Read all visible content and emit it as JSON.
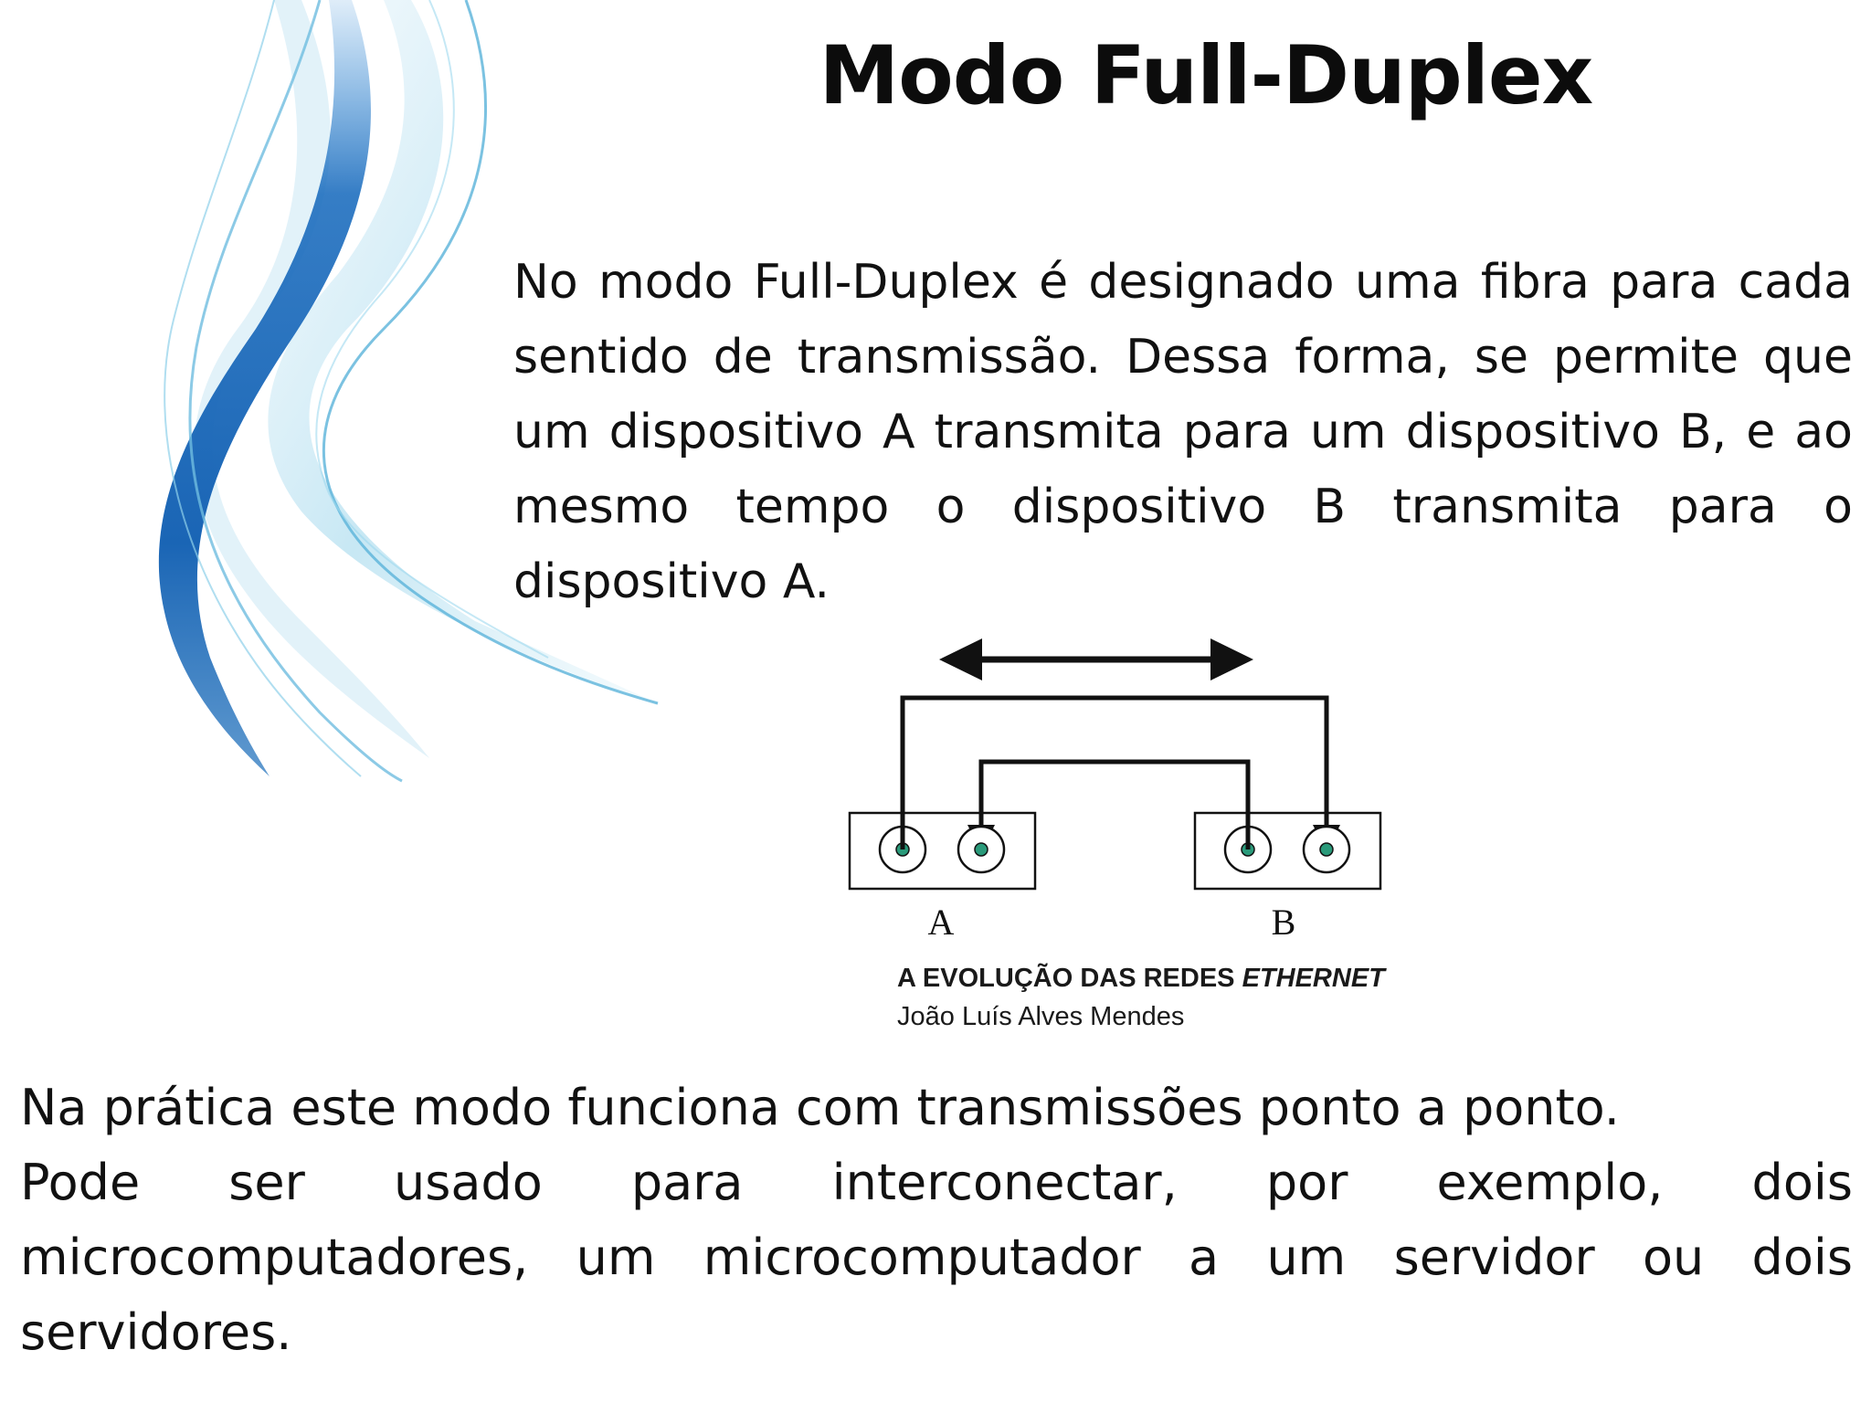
{
  "title": "Modo Full-Duplex",
  "paragraph_1": "No modo Full-Duplex é designado uma fibra para cada sentido de transmissão. Dessa forma, se permite que um dispositivo A transmita para um dispositivo B, e ao mesmo tempo o dispositivo B transmita para o dispositivo A.",
  "diagram": {
    "device_a_label": "A",
    "device_b_label": "B"
  },
  "caption": {
    "title_prefix": "A EVOLUÇÃO DAS REDES ",
    "title_emphasis": "ETHERNET",
    "author": "João Luís Alves Mendes"
  },
  "bottom_line_1": "Na prática este modo funciona com transmissões ponto a ponto.",
  "bottom_paragraph_2": "Pode ser usado para interconectar, por exemplo, dois microcomputadores, um microcomputador a um servidor ou dois servidores.",
  "colors": {
    "swoosh_dark": "#1f6fbf",
    "swoosh_light": "#7fc6e3",
    "port_dot": "#2a9a7a",
    "line": "#111111"
  }
}
